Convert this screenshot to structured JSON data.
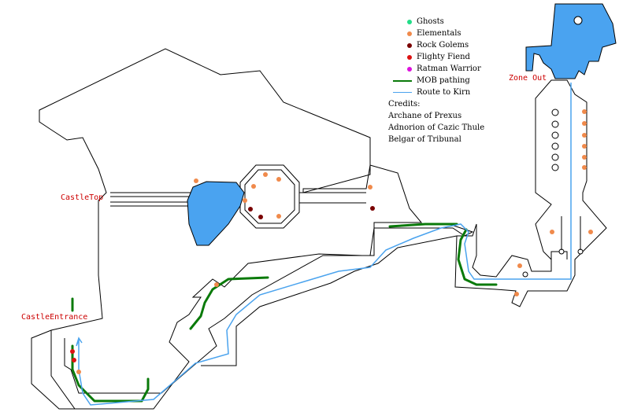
{
  "labels": {
    "castle_top": "CastleTop",
    "castle_entrance": "CastleEntrance",
    "zone_out": "Zone Out"
  },
  "legend": {
    "ghosts": "Ghosts",
    "elementals": "Elementals",
    "rock_golems": "Rock Golems",
    "flighty_fiend": "Flighty Fiend",
    "ratman_warrior": "Ratman Warrior",
    "mob_pathing": "MOB pathing",
    "route": "Route to Kirn"
  },
  "credits": {
    "heading": "Credits:",
    "line1": "Archane of Prexus",
    "line2": "Adnorion of Cazic Thule",
    "line3": "Belgar of Tribunal"
  },
  "colors": {
    "ghosts": "#22dd88",
    "elementals": "#f08a4b",
    "rock_golems": "#7a0000",
    "flighty_fiend": "#dd1111",
    "ratman_warrior": "#dd11dd",
    "mob_pathing": "#0a7a0a",
    "route": "#4aa3ee",
    "water": "#4aa3f0"
  }
}
